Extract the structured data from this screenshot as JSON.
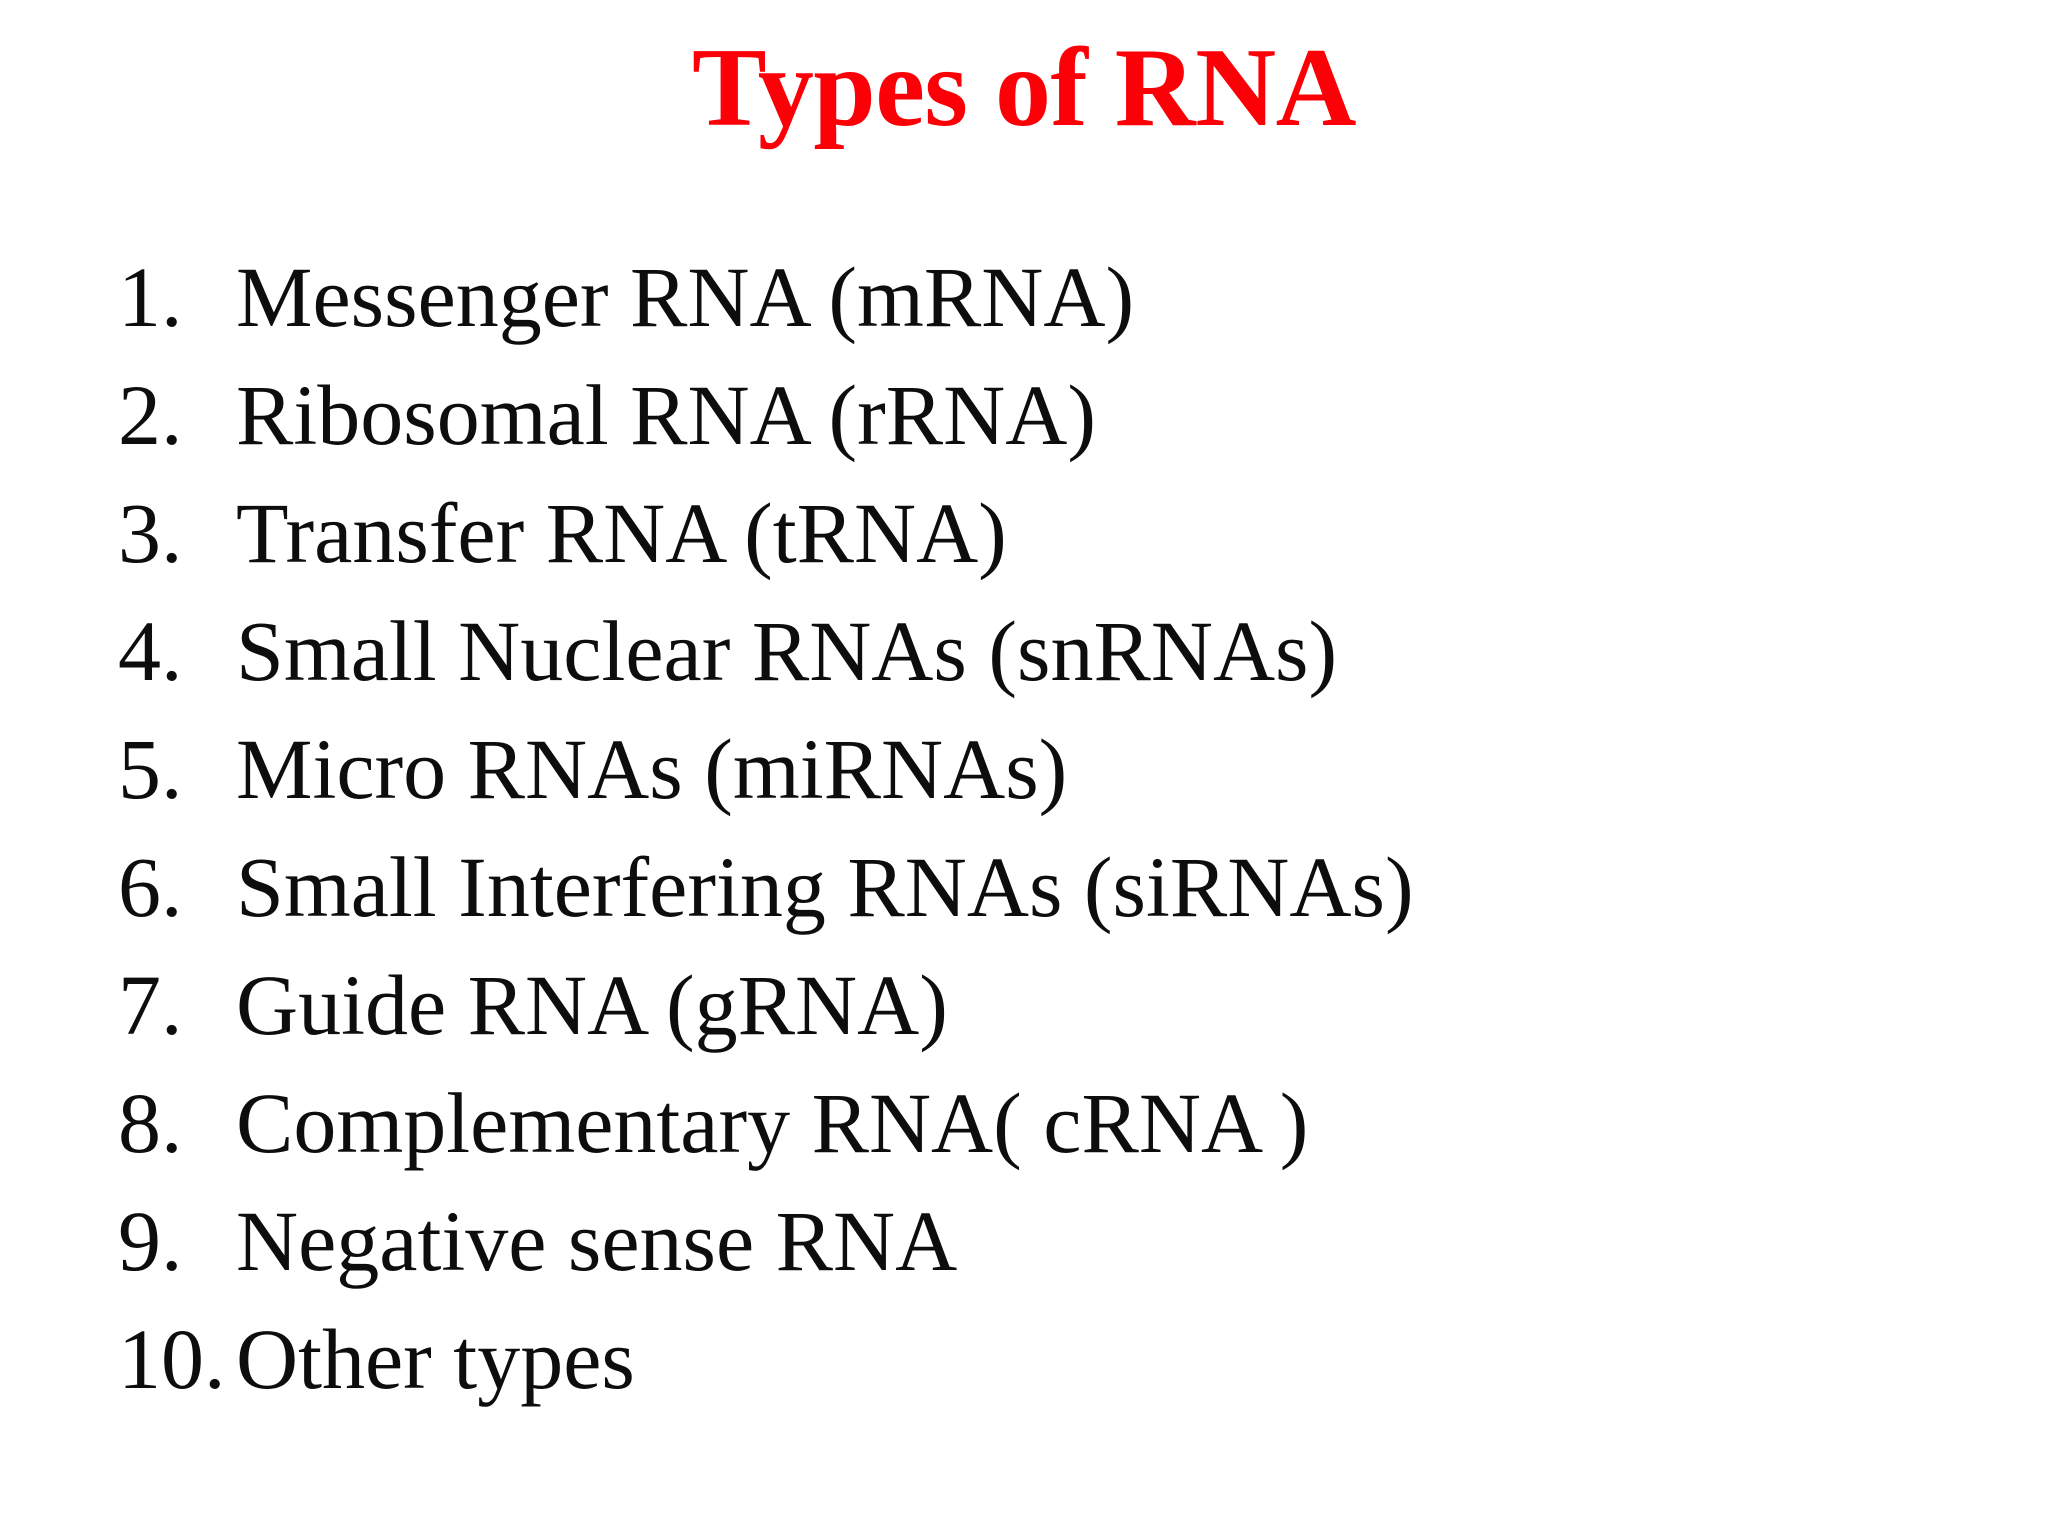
{
  "slide": {
    "background_color": "#ffffff",
    "title": "Types of RNA",
    "title_color": "#fb0007",
    "body_text_color": "#0d0d0d"
  },
  "list": {
    "type": "ordered-numeric",
    "items": [
      {
        "number": "1.",
        "label": "Messenger RNA (mRNA)"
      },
      {
        "number": "2.",
        "label": "Ribosomal RNA (rRNA)"
      },
      {
        "number": "3.",
        "label": "Transfer RNA (tRNA)"
      },
      {
        "number": "4.",
        "label": "Small Nuclear RNAs (snRNAs)"
      },
      {
        "number": "5.",
        "label": "Micro RNAs (miRNAs)"
      },
      {
        "number": "6.",
        "label": "Small Interfering RNAs (siRNAs)"
      },
      {
        "number": "7.",
        "label": "Guide RNA (gRNA)"
      },
      {
        "number": "8.",
        "label": "Complementary RNA( cRNA )"
      },
      {
        "number": "9.",
        "label": "Negative sense RNA"
      },
      {
        "number": "10.",
        "label": "Other types"
      }
    ]
  }
}
